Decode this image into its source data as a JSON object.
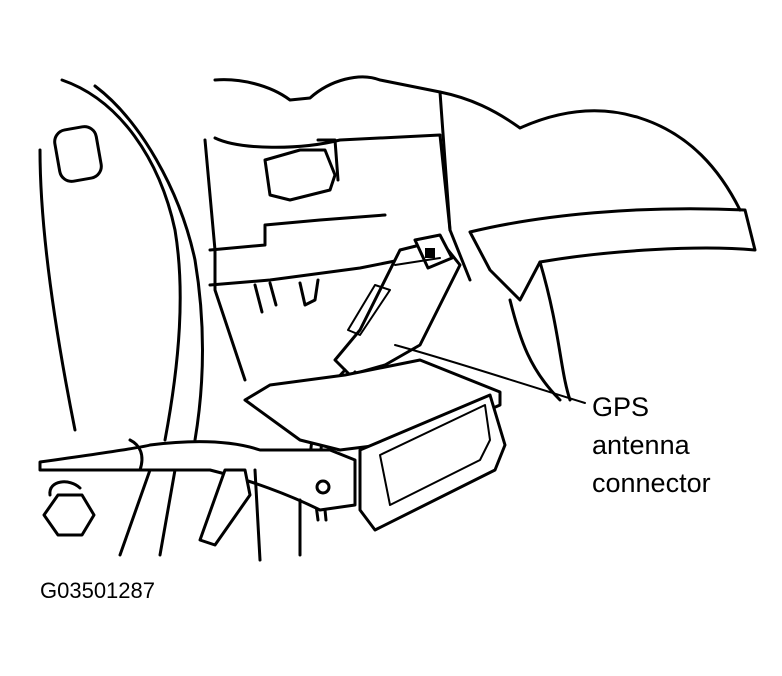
{
  "callout": {
    "line1": "GPS",
    "line2": "antenna",
    "line3": "connector"
  },
  "figure_id": "G03501287",
  "colors": {
    "ink": "#000000",
    "paper": "#ffffff"
  }
}
